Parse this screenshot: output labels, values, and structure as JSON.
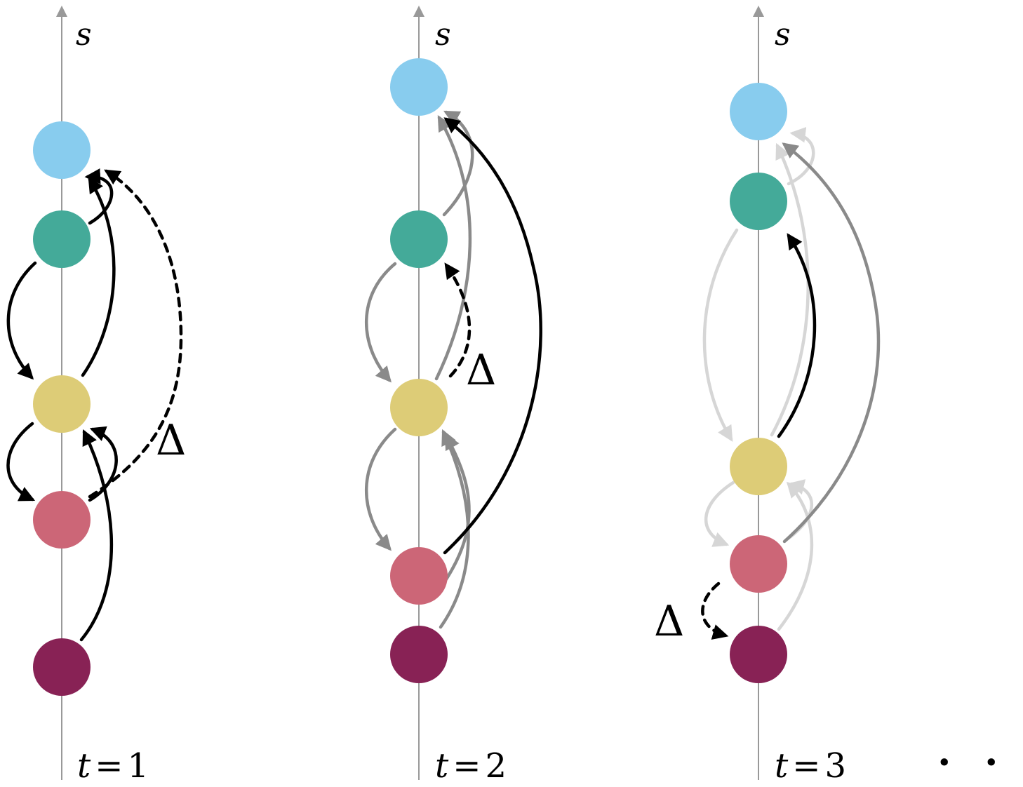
{
  "axis": {
    "label": "s"
  },
  "ellipsis": "· · ·",
  "colors": {
    "black": "#000000",
    "dark_gray": "#8a8a8a",
    "light_gray": "#d6d6d6",
    "node_colors": [
      "#88ccee",
      "#44aa99",
      "#ddcc77",
      "#cc6677",
      "#882255"
    ]
  },
  "panels": [
    {
      "time_var": "t",
      "time_equals": "=",
      "time_value": "1",
      "delta_label": "Δ",
      "nodes": [
        {
          "name": "light-blue",
          "color": "#88ccee"
        },
        {
          "name": "teal",
          "color": "#44aa99"
        },
        {
          "name": "sand",
          "color": "#ddcc77"
        },
        {
          "name": "rose",
          "color": "#cc6677"
        },
        {
          "name": "wine",
          "color": "#882255"
        }
      ]
    },
    {
      "time_var": "t",
      "time_equals": "=",
      "time_value": "2",
      "delta_label": "Δ",
      "nodes": [
        {
          "name": "light-blue",
          "color": "#88ccee"
        },
        {
          "name": "teal",
          "color": "#44aa99"
        },
        {
          "name": "sand",
          "color": "#ddcc77"
        },
        {
          "name": "rose",
          "color": "#cc6677"
        },
        {
          "name": "wine",
          "color": "#882255"
        }
      ]
    },
    {
      "time_var": "t",
      "time_equals": "=",
      "time_value": "3",
      "delta_label": "Δ",
      "nodes": [
        {
          "name": "light-blue",
          "color": "#88ccee"
        },
        {
          "name": "teal",
          "color": "#44aa99"
        },
        {
          "name": "sand",
          "color": "#ddcc77"
        },
        {
          "name": "rose",
          "color": "#cc6677"
        },
        {
          "name": "wine",
          "color": "#882255"
        }
      ]
    }
  ]
}
